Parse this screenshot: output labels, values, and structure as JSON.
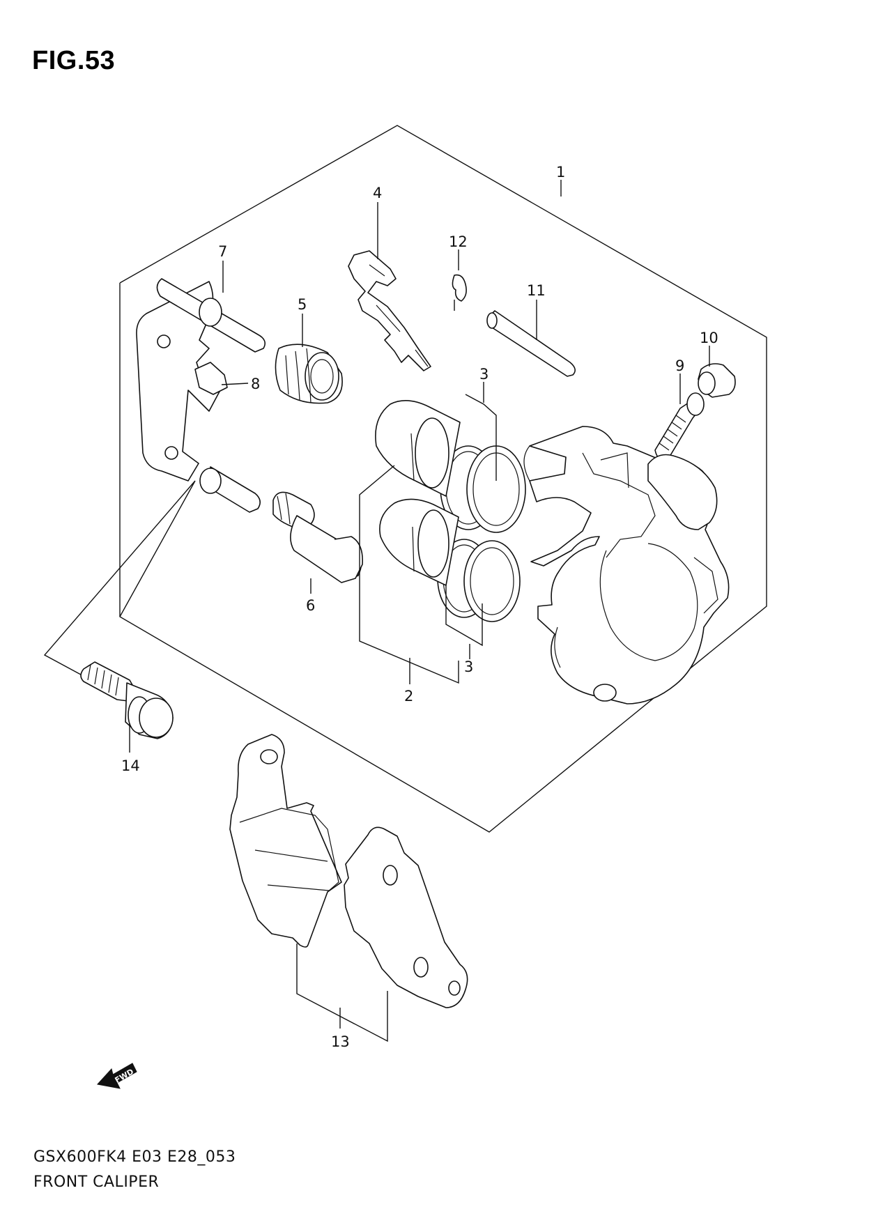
{
  "figure": {
    "title": "FIG.53"
  },
  "footer": {
    "model_code": "GSX600FK4 E03 E28_053",
    "name": "FRONT CALIPER"
  },
  "callouts": [
    "1",
    "2",
    "3",
    "3",
    "4",
    "5",
    "6",
    "7",
    "8",
    "9",
    "10",
    "11",
    "12",
    "13",
    "14"
  ],
  "arrow": {
    "label": "FWD"
  }
}
